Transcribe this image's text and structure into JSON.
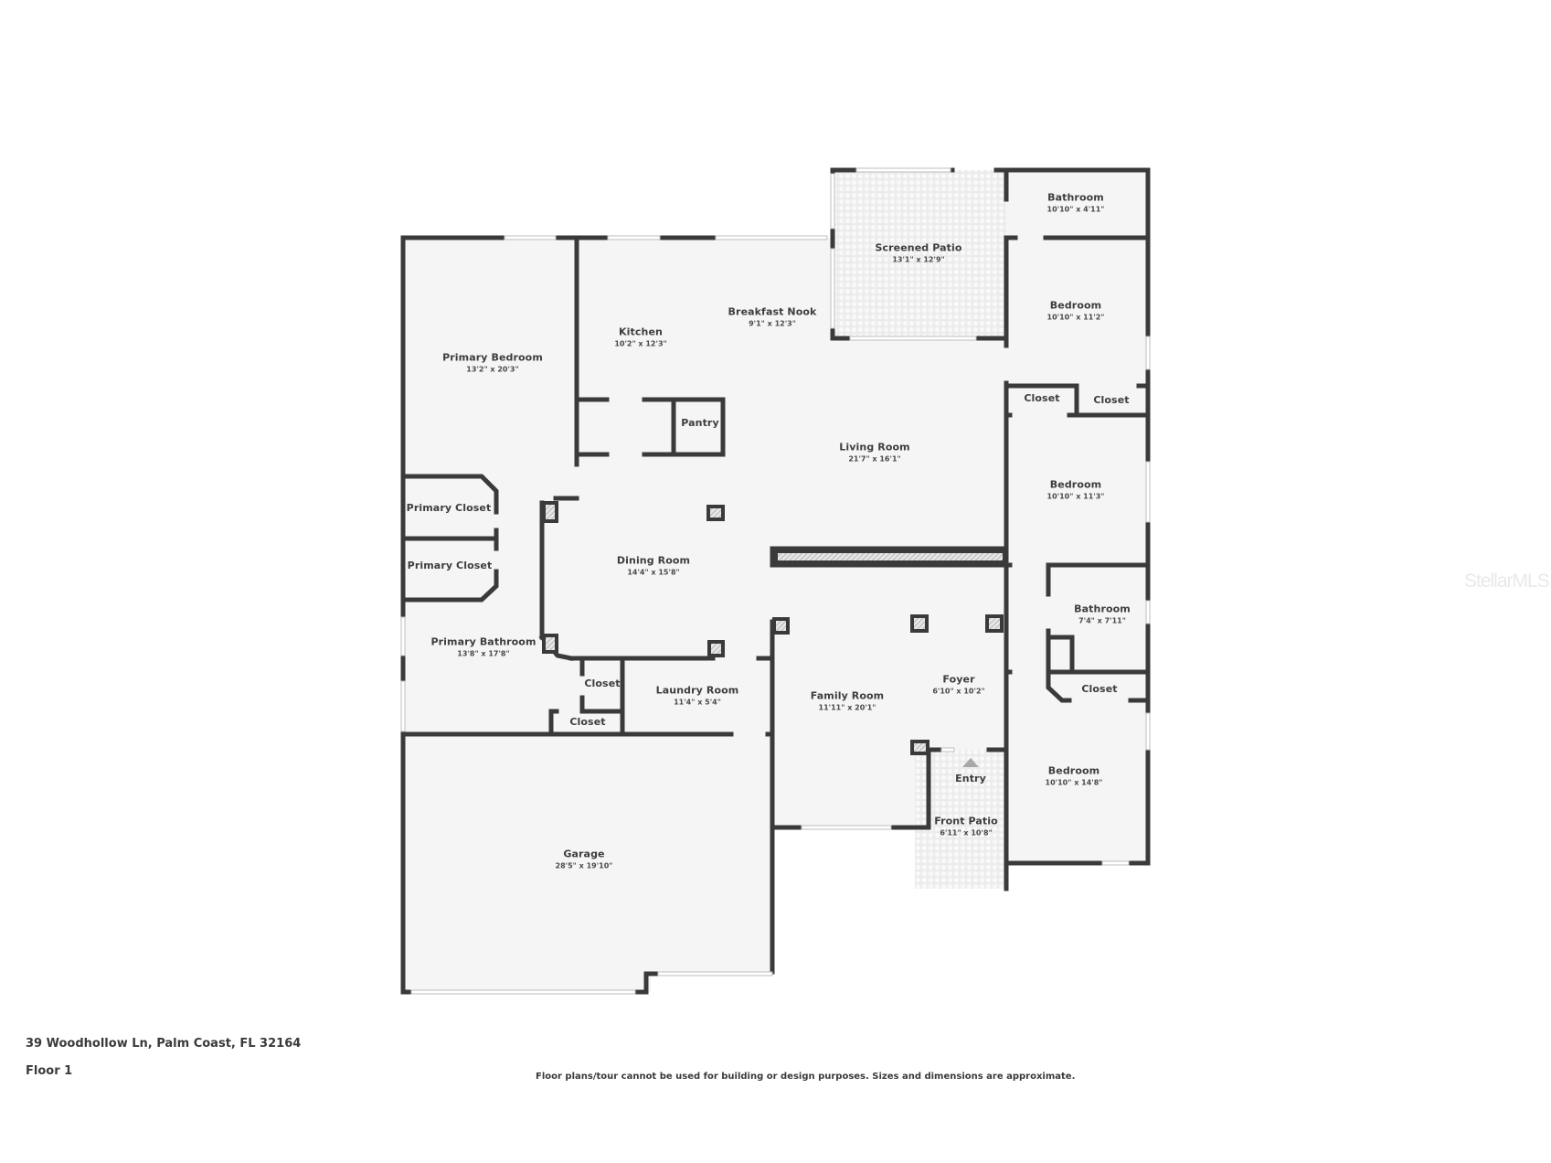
{
  "listing": {
    "address": "39 Woodhollow Ln, Palm Coast, FL 32164",
    "floor": "Floor 1",
    "disclaimer": "Floor plans/tour cannot be used for building or design purposes. Sizes and dimensions are approximate.",
    "watermark": "StellarMLS"
  },
  "colors": {
    "wall": "#3a3a3a",
    "floor": "#f5f5f5",
    "patio_tile": "#ebebeb",
    "window": "#ffffff",
    "hatch": "#9a9a9a",
    "entry_marker": "#a8a8a8"
  },
  "rooms": [
    {
      "name": "Bathroom",
      "dims": "10'10\" x 4'11\""
    },
    {
      "name": "Screened Patio",
      "dims": "13'1\" x 12'9\""
    },
    {
      "name": "Bedroom",
      "dims": "10'10\" x 11'2\""
    },
    {
      "name": "Breakfast Nook",
      "dims": "9'1\" x 12'3\""
    },
    {
      "name": "Kitchen",
      "dims": "10'2\" x 12'3\""
    },
    {
      "name": "Primary Bedroom",
      "dims": "13'2\" x 20'3\""
    },
    {
      "name": "Closet",
      "dims": ""
    },
    {
      "name": "Closet",
      "dims": ""
    },
    {
      "name": "Pantry",
      "dims": ""
    },
    {
      "name": "Living Room",
      "dims": "21'7\" x 16'1\""
    },
    {
      "name": "Bedroom",
      "dims": "10'10\" x 11'3\""
    },
    {
      "name": "Primary Closet",
      "dims": ""
    },
    {
      "name": "Dining Room",
      "dims": "14'4\" x 15'8\""
    },
    {
      "name": "Primary Closet",
      "dims": ""
    },
    {
      "name": "Bathroom",
      "dims": "7'4\" x 7'11\""
    },
    {
      "name": "Primary Bathroom",
      "dims": "13'8\" x 17'8\""
    },
    {
      "name": "Foyer",
      "dims": "6'10\" x 10'2\""
    },
    {
      "name": "Closet",
      "dims": ""
    },
    {
      "name": "Laundry Room",
      "dims": "11'4\" x 5'4\""
    },
    {
      "name": "Family Room",
      "dims": "11'11\" x 20'1\""
    },
    {
      "name": "Closet",
      "dims": ""
    },
    {
      "name": "Closet",
      "dims": ""
    },
    {
      "name": "Entry",
      "dims": ""
    },
    {
      "name": "Bedroom",
      "dims": "10'10\" x 14'8\""
    },
    {
      "name": "Front Patio",
      "dims": "6'11\" x 10'8\""
    },
    {
      "name": "Garage",
      "dims": "28'5\" x 19'10\""
    }
  ]
}
